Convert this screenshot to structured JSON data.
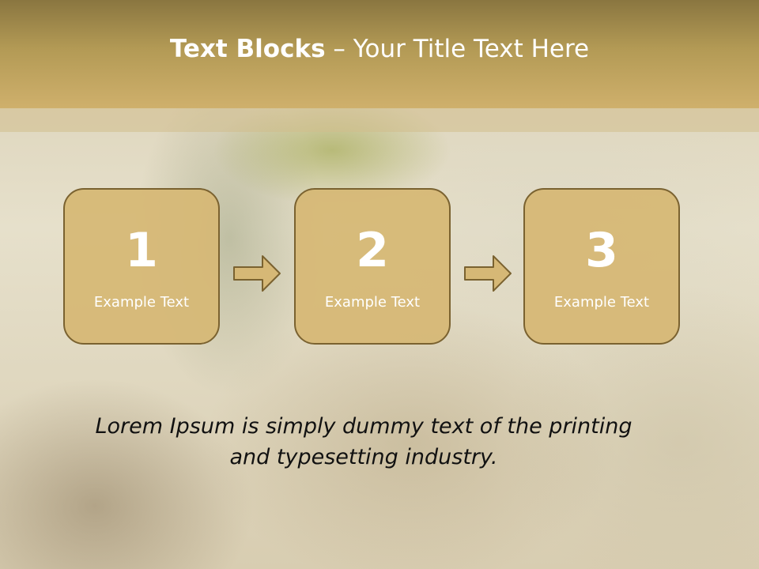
{
  "title": {
    "bold": "Text Blocks",
    "separator": " – ",
    "rest": "Your Title Text Here"
  },
  "blocks": [
    {
      "number": "1",
      "label": "Example Text"
    },
    {
      "number": "2",
      "label": "Example Text"
    },
    {
      "number": "3",
      "label": "Example Text"
    }
  ],
  "body": {
    "line1": "Lorem Ipsum is simply dummy text of the printing",
    "line2": "and typesetting industry."
  },
  "colors": {
    "header": "#b39a55",
    "block_fill": "#d6b876",
    "block_border": "#7a6230",
    "arrow_fill": "#d6b876"
  },
  "icons": [
    "right-arrow-icon",
    "right-arrow-icon"
  ]
}
